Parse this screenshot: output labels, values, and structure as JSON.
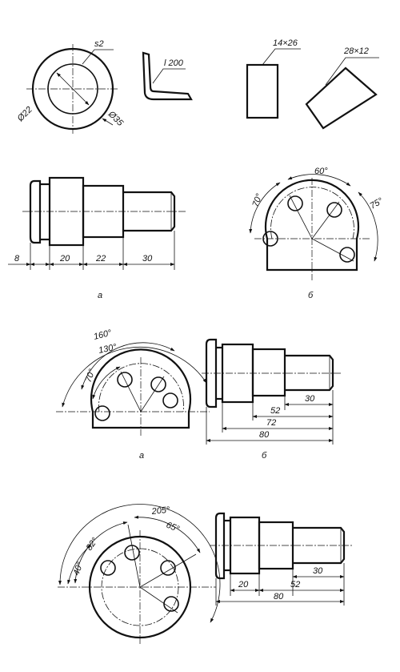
{
  "row1": {
    "washer": {
      "thickness": "s2",
      "inner_diameter": "Ø22",
      "outer_diameter": "Ø35"
    },
    "angle_profile": {
      "length": "l 200"
    },
    "rect_section_1": {
      "size": "14×26"
    },
    "rect_section_2": {
      "size": "28×12"
    }
  },
  "figure2": {
    "shaft": {
      "dims": [
        "8",
        "20",
        "22",
        "30"
      ],
      "caption": "a"
    },
    "flange": {
      "angles": [
        "70°",
        "60°",
        "75°"
      ],
      "caption": "б"
    }
  },
  "figure3": {
    "flange": {
      "angles": [
        "160°",
        "130°",
        "70°"
      ],
      "caption": "a"
    },
    "shaft": {
      "dims": [
        "30",
        "52",
        "72",
        "80"
      ],
      "caption": "б"
    }
  },
  "figure4": {
    "flange": {
      "angles": [
        "205°",
        "65°",
        "82°",
        "40°"
      ]
    },
    "shaft": {
      "dims": [
        "30",
        "20",
        "52",
        "80"
      ]
    }
  }
}
